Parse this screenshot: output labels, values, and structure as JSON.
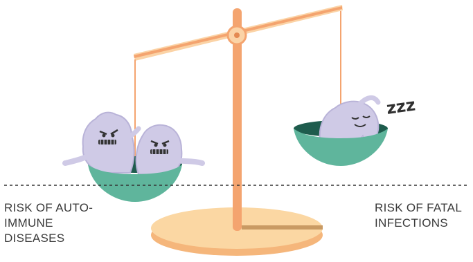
{
  "labels": {
    "left": [
      "RISK OF AUTO-",
      "IMMUNE",
      "DISEASES"
    ],
    "right": [
      "RISK OF FATAL",
      "INFECTIONS"
    ],
    "sleep": "zzz"
  },
  "colors": {
    "scale_orange": "#f4a46f",
    "base_cream": "#fbd7a3",
    "base_rim": "#f5b67b",
    "pan_green": "#5fb59c",
    "pan_dark": "#1e5c4d",
    "creature_lilac": "#cfcae6",
    "dashed_line": "#333333"
  },
  "icons": [
    "angry-germ-icon",
    "angry-germ-icon",
    "sleeping-germ-icon"
  ]
}
